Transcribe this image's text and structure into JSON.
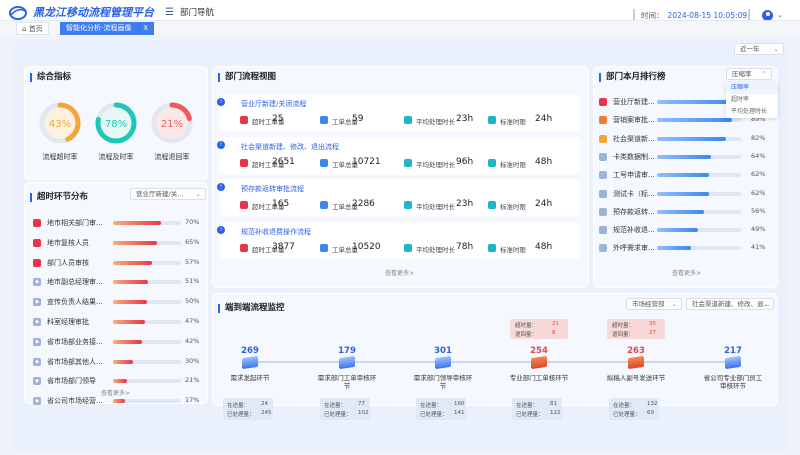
{
  "header": {
    "app_title": "黑龙江移动流程管理平台",
    "nav_label": "部门导航",
    "time_label": "时间：",
    "time_value": "2024-08-15 10:05:09"
  },
  "tabs": {
    "home": "首页",
    "active": "智能化分析-流程画像",
    "close": "X"
  },
  "period_select": "近一年",
  "overview": {
    "title": "综合指标",
    "gauges": [
      {
        "label": "流程超时率",
        "value": "43%",
        "percent": 43,
        "color": "#f3a63b"
      },
      {
        "label": "流程及时率",
        "value": "78%",
        "percent": 78,
        "color": "#1fc7b8"
      },
      {
        "label": "流程退回率",
        "value": "21%",
        "percent": 21,
        "color": "#ef5a5a"
      }
    ]
  },
  "timeout": {
    "title": "超时环节分布",
    "select": "营业厅新建/关...",
    "more": "查看更多>",
    "rows": [
      {
        "label": "地市相关部门审...",
        "value": "70%",
        "percent": 70
      },
      {
        "label": "地市复核人员",
        "value": "65%",
        "percent": 65
      },
      {
        "label": "部门人员审核",
        "value": "57%",
        "percent": 57
      },
      {
        "label": "地市副总经理审...",
        "value": "51%",
        "percent": 51
      },
      {
        "label": "宣传负责人结果...",
        "value": "50%",
        "percent": 50
      },
      {
        "label": "科室经理审批",
        "value": "47%",
        "percent": 47
      },
      {
        "label": "省市场部业务接...",
        "value": "42%",
        "percent": 42
      },
      {
        "label": "省市场部其他人...",
        "value": "30%",
        "percent": 30
      },
      {
        "label": "省市场部门领导",
        "value": "21%",
        "percent": 21
      },
      {
        "label": "省公司市场经营...",
        "value": "17%",
        "percent": 17
      }
    ]
  },
  "flowview": {
    "title": "部门流程视图",
    "more": "查看更多>",
    "metric_labels": {
      "timeout": "超时工单量",
      "total": "工单总量",
      "avg": "平均处理时长",
      "std": "标准时限"
    },
    "items": [
      {
        "name": "营业厅新建/关闭流程",
        "timeout": "25",
        "total": "59",
        "avg": "23h",
        "std": "24h"
      },
      {
        "name": "社会渠道新建、修改、退出流程",
        "timeout": "2651",
        "total": "10721",
        "avg": "96h",
        "std": "48h"
      },
      {
        "name": "预存款返转审批流程",
        "timeout": "165",
        "total": "2286",
        "avg": "23h",
        "std": "24h"
      },
      {
        "name": "规范补收退费操作流程",
        "timeout": "3877",
        "total": "10520",
        "avg": "78h",
        "std": "48h"
      }
    ]
  },
  "ranking": {
    "title": "部门本月排行榜",
    "select": "压缩率",
    "dropdown": [
      "压缩率",
      "超时率",
      "平均处理时长"
    ],
    "more": "查看更多>",
    "rows": [
      {
        "label": "营业厅新建...",
        "value": "",
        "percent": 92
      },
      {
        "label": "营销案审批...",
        "value": "89%",
        "percent": 89
      },
      {
        "label": "社会渠道新...",
        "value": "82%",
        "percent": 82
      },
      {
        "label": "卡类数据制...",
        "value": "64%",
        "percent": 64
      },
      {
        "label": "工号申请审...",
        "value": "62%",
        "percent": 62
      },
      {
        "label": "测试卡（标...",
        "value": "62%",
        "percent": 62
      },
      {
        "label": "预存款返转...",
        "value": "56%",
        "percent": 56
      },
      {
        "label": "规范补收退...",
        "value": "49%",
        "percent": 49
      },
      {
        "label": "外呼需求审...",
        "value": "41%",
        "percent": 41
      }
    ]
  },
  "monitor": {
    "title": "端到端流程监控",
    "select1": "市场经营部",
    "select2": "社会渠道新建、修改、退...",
    "box_labels": {
      "current": "在途量：",
      "done": "已处理量：",
      "timeout": "超时量：",
      "return": "退回量："
    },
    "nodes": [
      {
        "num": "269",
        "label": "需求发起环节",
        "current": "24",
        "done": "245",
        "warn": false
      },
      {
        "num": "179",
        "label": "需求部门工单审核环节",
        "current": "77",
        "done": "102",
        "warn": false
      },
      {
        "num": "301",
        "label": "需求部门领导审核环节",
        "current": "160",
        "done": "141",
        "warn": false
      },
      {
        "num": "254",
        "label": "专业部门工单核环节",
        "current": "81",
        "done": "122",
        "warn": true,
        "timeout": "21",
        "return": "8"
      },
      {
        "num": "263",
        "label": "拟稿人副号发送环节",
        "current": "132",
        "done": "69",
        "warn": true,
        "timeout": "35",
        "return": "27"
      },
      {
        "num": "217",
        "label": "省公司专业部门员工审核环节",
        "current": "",
        "done": "",
        "warn": false
      }
    ]
  },
  "colors": {
    "primary": "#2a62e6",
    "gauge_orange": "#f3a63b",
    "gauge_teal": "#1fc7b8",
    "gauge_red": "#ef5a5a",
    "bar_red": "#e8344a",
    "bar_blue": "#3f86f0"
  }
}
